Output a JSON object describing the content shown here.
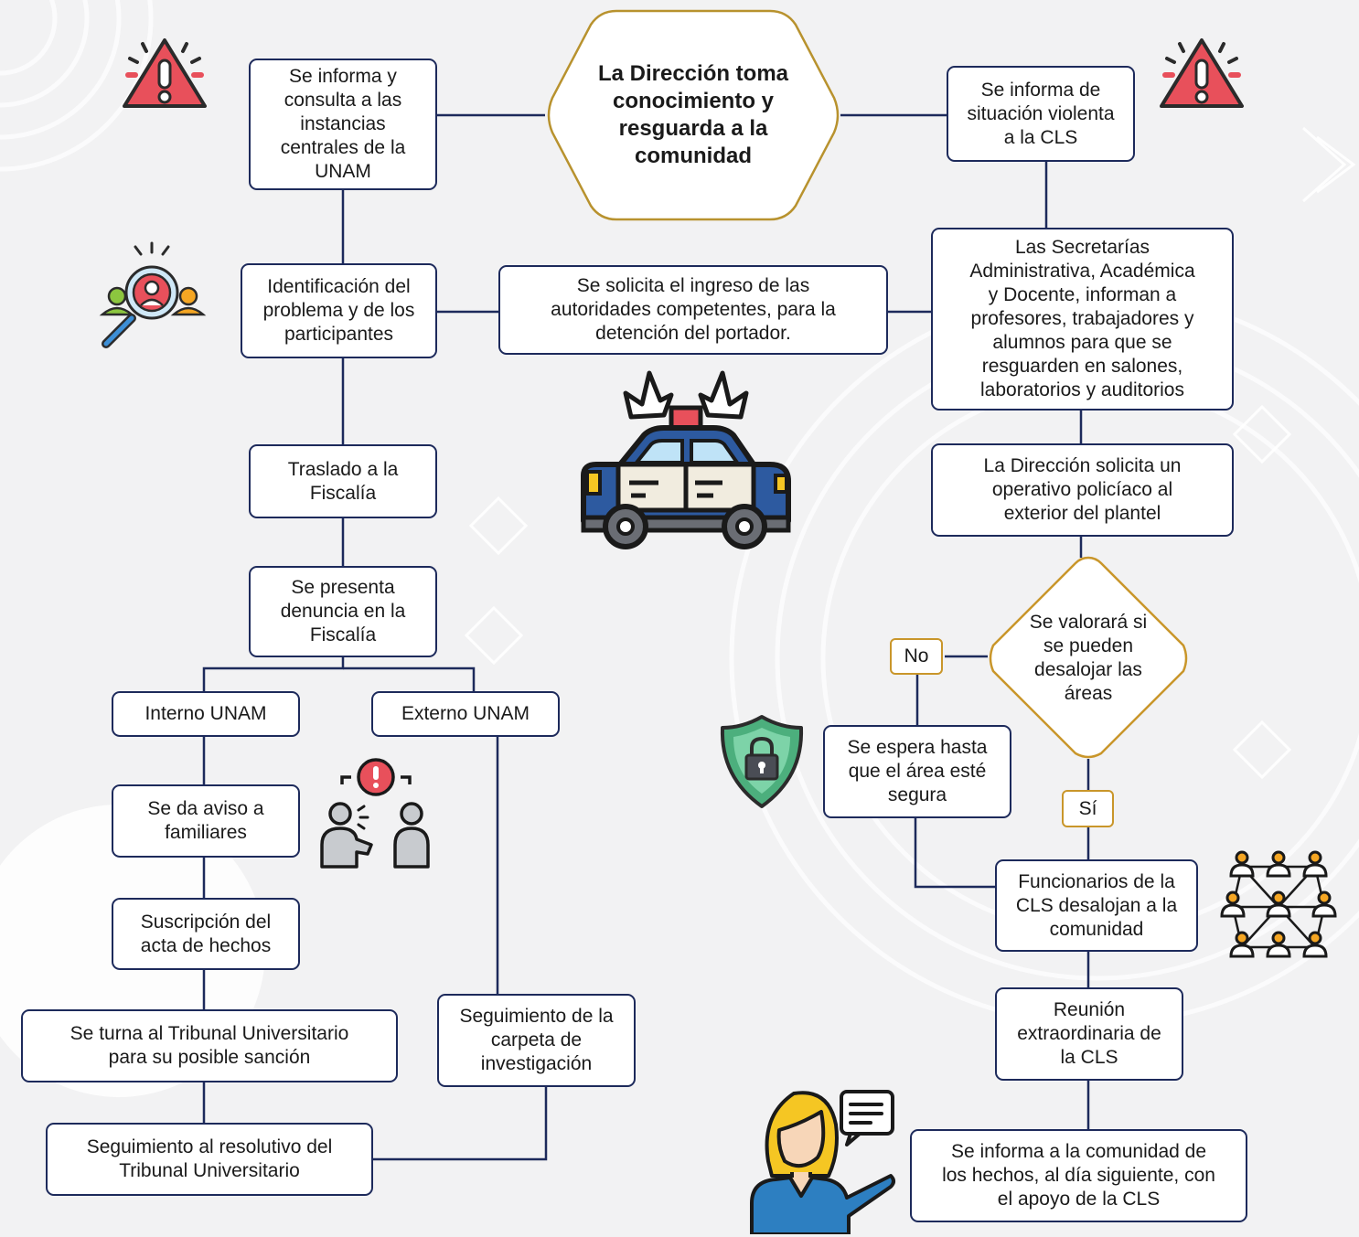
{
  "start_node": "La Dirección toma\nconocimiento  y\nresguarda a la\ncomunidad",
  "nodes": {
    "consulta_unam": "Se informa y\nconsulta a las\ninstancias\ncentrales de la\nUNAM",
    "identificacion": "Identificación del\nproblema y de los\nparticipantes",
    "traslado": "Traslado a la\nFiscalía",
    "denuncia": "Se presenta\ndenuncia en la\nFiscalía",
    "interno": "Interno UNAM",
    "externo": "Externo UNAM",
    "aviso_familiares": "Se da aviso a\nfamiliares",
    "acta_hechos": "Suscripción del\nacta de hechos",
    "tribunal": "Se turna al Tribunal Universitario\npara su posible sanción",
    "resolutivo": "Seguimiento al resolutivo del\nTribunal Universitario",
    "carpeta": "Seguimiento de la\ncarpeta de\ninvestigación",
    "solicita_ingreso": "Se solicita el ingreso de las\nautoridades competentes, para la\ndetención del portador.",
    "informa_cls": "Se informa de\nsituación violenta\na la CLS",
    "secretarias": "Las Secretarías\nAdministrativa, Académica\ny Docente, informan a\nprofesores, trabajadores y\nalumnos para que se\nresguarden en salones,\nlaboratorios y auditorios",
    "operativo": "La Dirección solicita un\noperativo policíaco al\nexterior del plantel",
    "decision": "Se valorará si\nse pueden\ndesalojar las\náreas",
    "espera": "Se espera hasta\nque el área esté\nsegura",
    "desalojan": "Funcionarios de la\nCLS desalojan a la\ncomunidad",
    "reunion": "Reunión\nextraordinaria de\nla CLS",
    "informa_comunidad": "Se informa a la comunidad de\nlos hechos, al día siguiente, con\nel apoyo de la CLS"
  },
  "labels": {
    "no": "No",
    "si": "Sí"
  },
  "colors": {
    "node_border": "#1d2a5b",
    "start_border": "#b8922e",
    "label_border": "#c9962a",
    "connector": "#1d2a5b",
    "alert_red": "#e8505b"
  },
  "icons": [
    "alert-icon-left",
    "alert-icon-right",
    "search-people-icon",
    "police-car-icon",
    "security-shield-icon",
    "warning-conversation-icon",
    "network-people-icon",
    "speaker-woman-icon"
  ]
}
